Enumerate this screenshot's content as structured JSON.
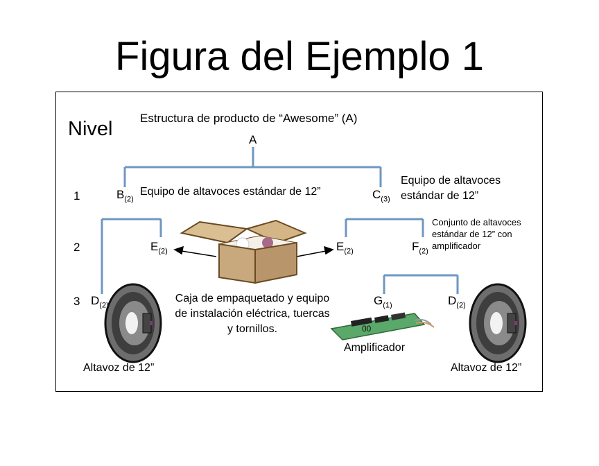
{
  "title": "Figura del Ejemplo 1",
  "heading": "Estructura de producto de “Awesome” (A)",
  "level_label": "Nivel",
  "levels": [
    "1",
    "2",
    "3"
  ],
  "nodes": {
    "A": {
      "letter": "A",
      "qty": ""
    },
    "B": {
      "letter": "B",
      "qty": "(2)"
    },
    "C": {
      "letter": "C",
      "qty": "(3)"
    },
    "E_left": {
      "letter": "E",
      "qty": "(2)"
    },
    "D_left": {
      "letter": "D",
      "qty": "(2)"
    },
    "E_right": {
      "letter": "E",
      "qty": "(2)"
    },
    "F": {
      "letter": "F",
      "qty": "(2)"
    },
    "G": {
      "letter": "G",
      "qty": "(1)"
    },
    "D_right": {
      "letter": "D",
      "qty": "(2)"
    }
  },
  "labels": {
    "b_desc": "Equipo de altavoces estándar de 12”",
    "c_desc": "Equipo de altavoces estándar de 12”",
    "f_desc": "Conjunto de altavoces estándar de 12” con amplificador",
    "box_desc": "Caja de empaquetado y equipo de instalación eléctrica, tuercas y tornillos.",
    "amp_desc": "Amplificador",
    "speaker_left": "Altavoz de 12”",
    "speaker_right": "Altavoz de 12”"
  },
  "colors": {
    "tree_line": "#6f97c2",
    "box": "#c8a97e",
    "board": "#5aa86a"
  },
  "icons": [
    "speaker-icon",
    "box-icon",
    "amplifier-board-icon"
  ]
}
